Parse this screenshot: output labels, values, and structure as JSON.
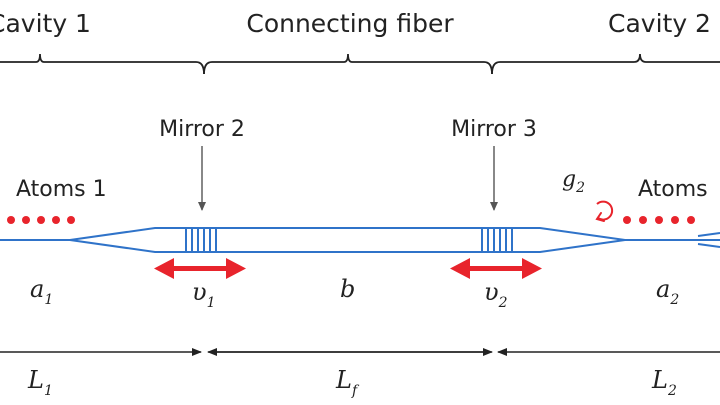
{
  "sections": {
    "cavity1": "Cavity 1",
    "connecting_fiber": "Connecting fiber",
    "cavity2": "Cavity 2"
  },
  "mirrors": {
    "mirror2": "Mirror 2",
    "mirror3": "Mirror 3"
  },
  "atoms": {
    "atoms1": "Atoms 1",
    "atoms2": "Atoms"
  },
  "coupling": {
    "symbol": "g",
    "subscript": "2"
  },
  "modes": {
    "a1": {
      "symbol": "a",
      "subscript": "1"
    },
    "b": {
      "symbol": "b"
    },
    "a2": {
      "symbol": "a",
      "subscript": "2"
    }
  },
  "mirror_motion": {
    "v1": {
      "symbol": "υ",
      "subscript": "1"
    },
    "v2": {
      "symbol": "υ",
      "subscript": "2"
    }
  },
  "lengths": {
    "L1": {
      "symbol": "L",
      "subscript": "1"
    },
    "Lf": {
      "symbol": "L",
      "subscript": "f"
    },
    "L2": {
      "symbol": "L",
      "subscript": "2"
    }
  },
  "colors": {
    "fiber": "#2f73c9",
    "atoms": "#e8242c",
    "arrow": "#e8242c",
    "text": "#222222"
  }
}
